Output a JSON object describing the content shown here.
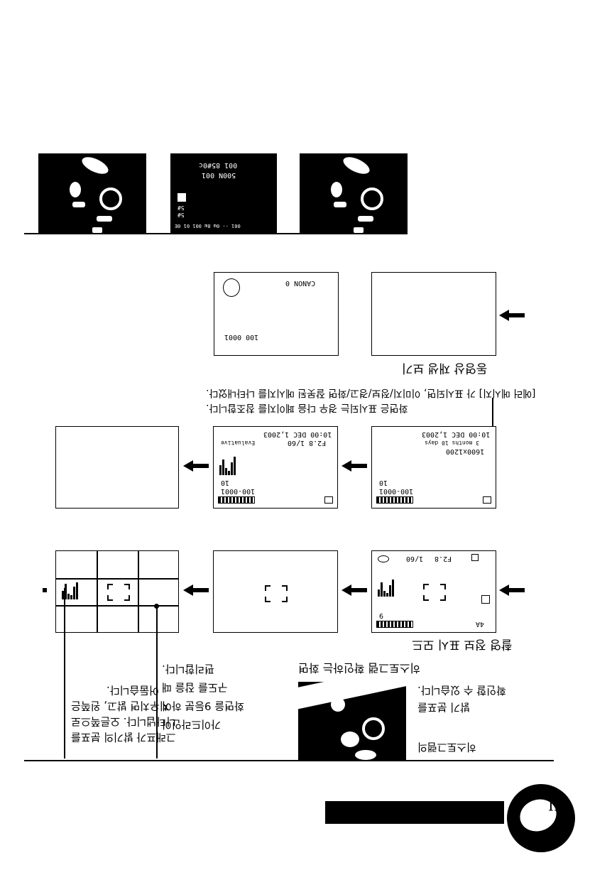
{
  "top_strip": {
    "middle_thumb": {
      "line1": "001 85#0c",
      "line2": "500N 001",
      "side1": "5#",
      "side2": "5#",
      "bottom_bar": "001 -- 0ɯ 8ɯ 001 01 0E",
      "rule_color": "#000000"
    }
  },
  "section1": {
    "screen_a": {
      "line1": "CANON 0",
      "line2": "100 0001"
    },
    "caption": "동영상 재생 보기"
  },
  "section2": {
    "annotation_line1": "[에러 메시지] 가 표시되면, 이미지/정보/경고/화면 잘못된 메시지를 나타내었다.",
    "annotation_line2": "화면은 표시되는 경우 다음 페이지를 참조합니다.",
    "screen_b": {
      "date": "10:00 DEC 1,2003",
      "shutter": "F2.8 1/60",
      "folder": "100-0001",
      "count": "10",
      "mode": "Evaluative"
    },
    "screen_c": {
      "date": "10:00 DEC 1,2003",
      "stamp": "3 months 10 days",
      "folder": "100-0001",
      "count": "10",
      "size": "1600x1200"
    }
  },
  "section3": {
    "screen_d": {
      "shutter": "1/60",
      "aperture": "F2.8",
      "count": "9",
      "flash": "4A"
    },
    "caption": "촬영 정보 표시 모드",
    "photo_caption": "히스토그램 확인하는 화면",
    "notes_left": [
      "그래프가 밝기의 분포를",
      "나타냅니다. 오른쪽으로",
      "치우치면 밝고, 왼쪽은",
      "어둡습니다."
    ],
    "notes_middle": [
      "가이드라인이",
      "화면을 9등분 하여",
      "구도를 잡을 때",
      "편리합니다."
    ],
    "notes_right": [
      "히스토그램의",
      "밝기 분포를",
      "확인할 수 있습니다."
    ]
  },
  "footer": {
    "bar_color": "#000000",
    "badge_symbol": "II"
  }
}
